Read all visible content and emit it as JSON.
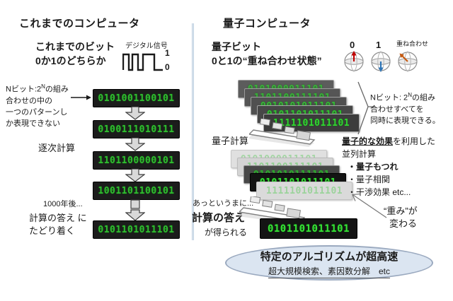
{
  "colors": {
    "digit_green": "#2fbf2f",
    "register_black": "#1c1c1c",
    "block_arrow_gray": "#d9d9d9",
    "ellipse_fill": "#dbe5f1",
    "divider_blue": "#a9c0d6",
    "sphere_arrow_red": "#c00000",
    "sphere_arrow_blue": "#2e75b6",
    "sphere_arrow_orange": "#c55a11"
  },
  "left": {
    "title": "これまでのコンピュータ",
    "bit_heading": [
      "これまでのビット",
      "0か1のどちらか"
    ],
    "digital_signal_label": "デジタル信号",
    "signal_high_label": "1",
    "signal_low_label": "0",
    "nbit_note": {
      "line1_pre": "Nビット:2",
      "line1_sup": "N",
      "line1_post": "の組み",
      "line2": "合わせの中の",
      "line3": "一つのパターンし",
      "line4": "か表現できない"
    },
    "sequential_label": "逐次計算",
    "result_note": [
      "1000年後...",
      "計算の答え に",
      "たどり着く"
    ],
    "registers": [
      "0101001100101",
      "0100111010111",
      "1101100000101",
      "1001101100101",
      "0101101011101"
    ]
  },
  "right": {
    "title": "量子コンピュータ",
    "qubit_heading": [
      "量子ビット",
      "0と1の“重ね合わせ状態”"
    ],
    "sphere_labels": [
      "0",
      "1",
      "重ね合わせ"
    ],
    "superposition_stack": [
      "0101000011101",
      "1101100111101",
      "0010101011101",
      "0101101011101",
      "1111101011101"
    ],
    "nbit_note": {
      "line1_pre": "Nビット: 2",
      "line1_sup": "N",
      "line1_post": "の組み",
      "line2": "合わせすべてを",
      "line3": "同時に表現できる。"
    },
    "quantum_calc_label": "量子計算",
    "effect_note": {
      "emphasized": "量子的な効果",
      "rest": "を利用した",
      "line2": "並列計算",
      "bullets": [
        "・量子もつれ",
        "・量子相関",
        "・干渉効果  etc..."
      ]
    },
    "weight_note": [
      "“重み”が",
      "変わる"
    ],
    "weighted_stack": [
      "0101000011101",
      "1101100111101",
      "0101010111101",
      "0101101011101",
      "1111101011101"
    ],
    "instant_label": "あっというまに...",
    "answer_heading": "計算の答え",
    "answer_sub": "が得られる",
    "answer_register": "0101101011101",
    "conclusion": {
      "title": "特定のアルゴリズムが超高速",
      "examples": "超大規模検索、素因数分解　etc"
    }
  }
}
